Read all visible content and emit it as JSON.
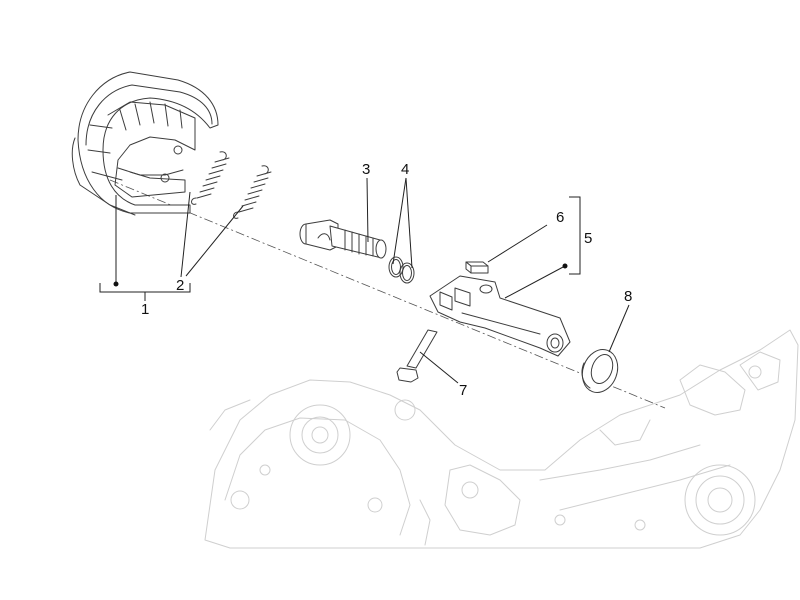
{
  "callouts": {
    "c1": "1",
    "c2": "2",
    "c3": "3",
    "c4": "4",
    "c5": "5",
    "c6": "6",
    "c7": "7",
    "c8": "8"
  },
  "colors": {
    "line": "#3d3d3d",
    "ghost": "#cfcfcf",
    "label": "#111111"
  }
}
